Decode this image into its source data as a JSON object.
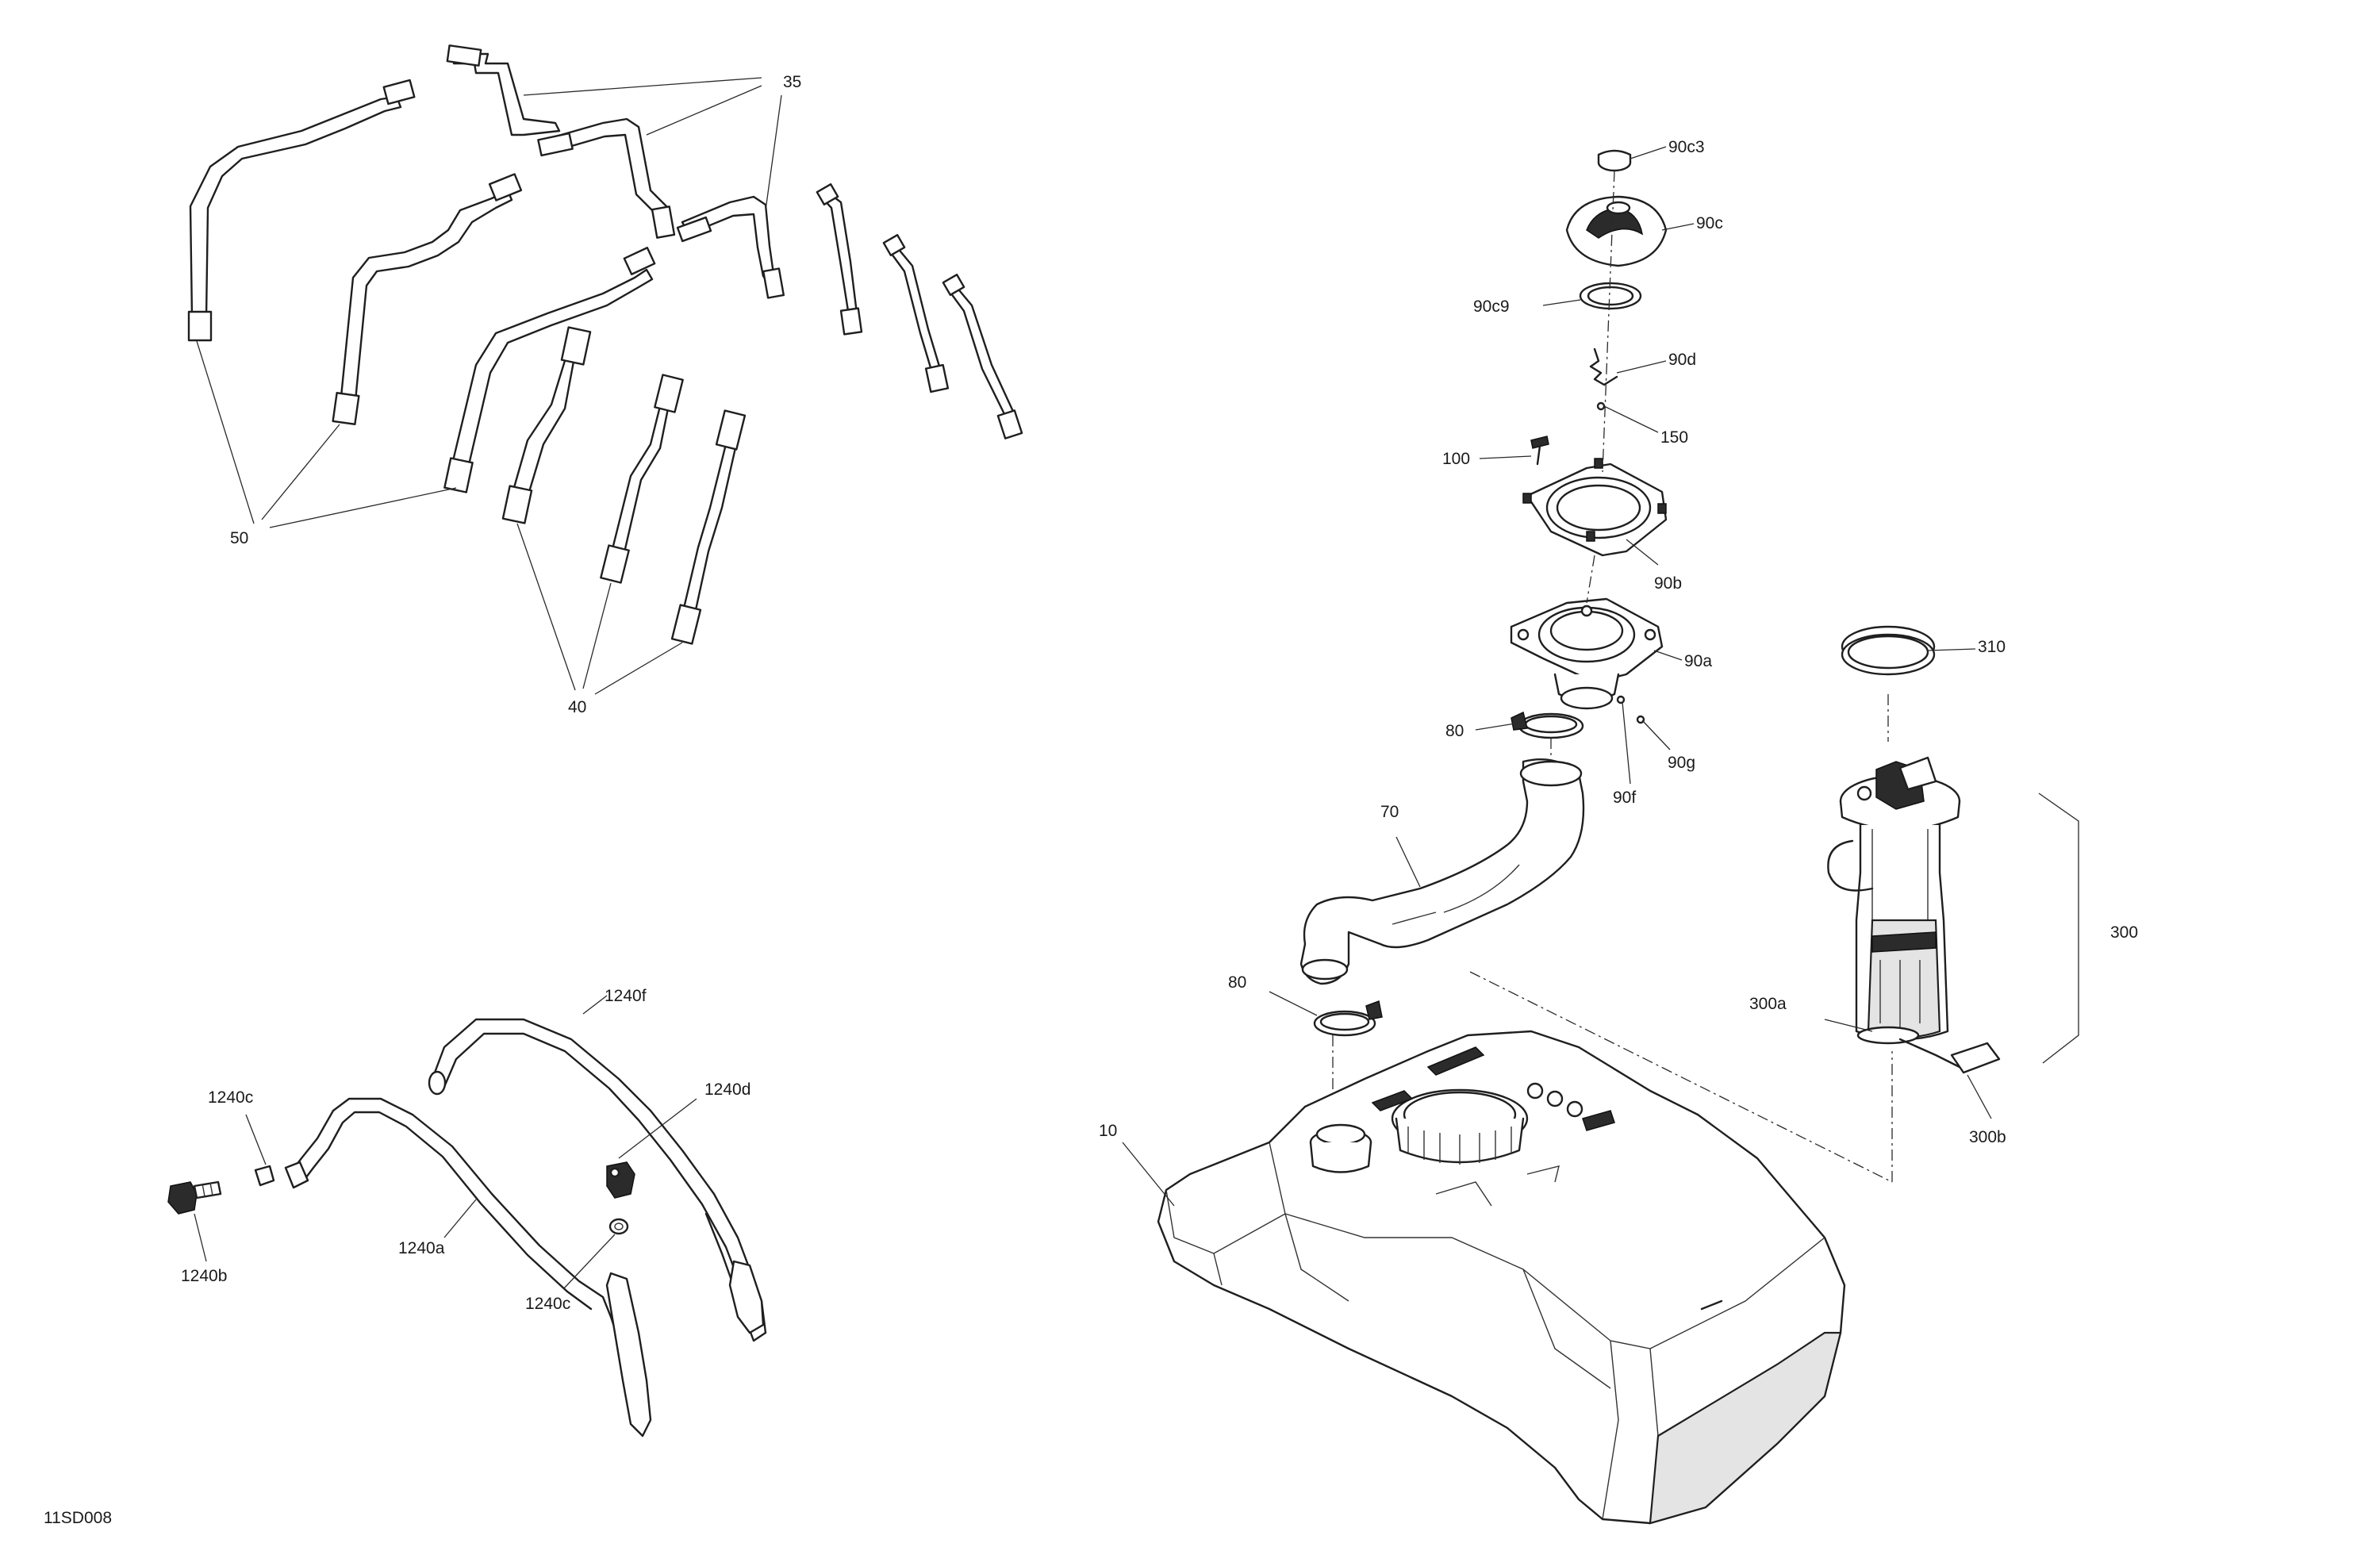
{
  "diagram": {
    "code": "11SD008",
    "labels": {
      "p35": "35",
      "p50": "50",
      "p40": "40",
      "p90c3": "90c3",
      "p90c": "90c",
      "p90c9": "90c9",
      "p90d": "90d",
      "p150": "150",
      "p100": "100",
      "p90b": "90b",
      "p90a": "90a",
      "p80a": "80",
      "p90g": "90g",
      "p90f": "90f",
      "p70": "70",
      "p80b": "80",
      "p10": "10",
      "p310": "310",
      "p300": "300",
      "p300a": "300a",
      "p300b": "300b",
      "p1240f": "1240f",
      "p1240d": "1240d",
      "p1240c_top": "1240c",
      "p1240a": "1240a",
      "p1240b": "1240b",
      "p1240c_bottom": "1240c"
    },
    "icons": [
      "fuel-tank-icon",
      "fuel-pump-icon",
      "strap-icon",
      "hose-icon",
      "clamp-icon",
      "filler-cap-icon"
    ]
  }
}
